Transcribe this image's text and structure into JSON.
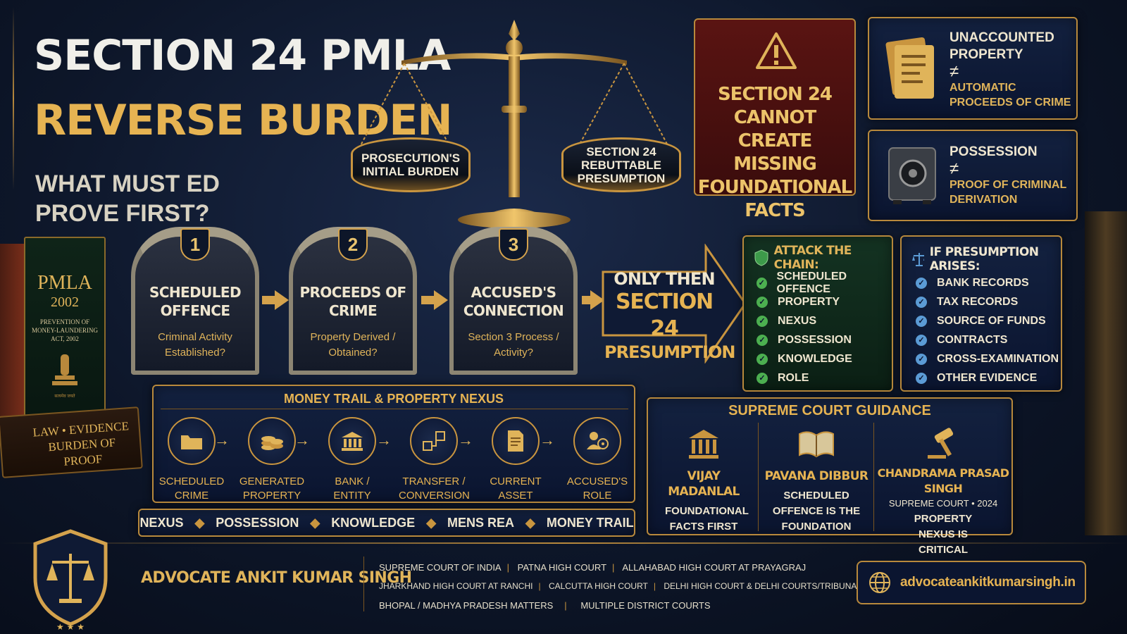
{
  "title": {
    "line1": "SECTION 24 PMLA",
    "line2": "REVERSE BURDEN",
    "subtitle": "WHAT MUST ED PROVE FIRST?"
  },
  "scales": {
    "left_pan": "PROSECUTION'S INITIAL BURDEN",
    "right_pan": "SECTION 24 REBUTTABLE PRESUMPTION"
  },
  "warning": {
    "text": "SECTION 24 CANNOT CREATE MISSING FOUNDATIONAL FACTS"
  },
  "cards": [
    {
      "title": "UNACCOUNTED PROPERTY",
      "symbol": "≠",
      "subtitle": "AUTOMATIC PROCEEDS OF CRIME",
      "icon": "document-icon"
    },
    {
      "title": "POSSESSION",
      "symbol": "≠",
      "subtitle": "PROOF OF CRIMINAL DERIVATION",
      "icon": "safe-icon"
    }
  ],
  "book": {
    "title": "PMLA",
    "year": "2002",
    "subtitle": "PREVENTION OF MONEY-LAUNDERING ACT, 2002",
    "emblem_caption": "सत्यमेव जयते",
    "bottom": "LAW • EVIDENCE BURDEN OF PROOF"
  },
  "gates": [
    {
      "number": "1",
      "title": "SCHEDULED OFFENCE",
      "subtitle": "Criminal Activity Established?"
    },
    {
      "number": "2",
      "title": "PROCEEDS OF CRIME",
      "subtitle": "Property Derived / Obtained?"
    },
    {
      "number": "3",
      "title": "ACCUSED'S CONNECTION",
      "subtitle": "Section 3 Process / Activity?"
    }
  ],
  "only_then": {
    "line1": "ONLY THEN",
    "line2": "SECTION 24",
    "line3": "PRESUMPTION"
  },
  "attack": {
    "title": "ATTACK THE CHAIN:",
    "items": [
      "SCHEDULED OFFENCE",
      "PROPERTY",
      "NEXUS",
      "POSSESSION",
      "KNOWLEDGE",
      "ROLE"
    ],
    "accent": "#4caf50"
  },
  "presumption": {
    "title": "IF PRESUMPTION ARISES:",
    "items": [
      "BANK RECORDS",
      "TAX RECORDS",
      "SOURCE OF FUNDS",
      "CONTRACTS",
      "CROSS-EXAMINATION",
      "OTHER EVIDENCE"
    ],
    "accent": "#5b9bd5"
  },
  "money_trail": {
    "title": "MONEY TRAIL & PROPERTY NEXUS",
    "nodes": [
      {
        "label": "SCHEDULED CRIME",
        "icon": "folder-icon"
      },
      {
        "label": "GENERATED PROPERTY",
        "icon": "coins-icon"
      },
      {
        "label": "BANK / ENTITY",
        "icon": "bank-icon"
      },
      {
        "label": "TRANSFER / CONVERSION",
        "icon": "transfer-icon"
      },
      {
        "label": "CURRENT ASSET",
        "icon": "asset-document-icon"
      },
      {
        "label": "ACCUSED'S ROLE",
        "icon": "target-person-icon"
      }
    ],
    "tags": [
      "NEXUS",
      "POSSESSION",
      "KNOWLEDGE",
      "MENS REA",
      "MONEY TRAIL"
    ]
  },
  "supreme_court": {
    "title": "SUPREME COURT GUIDANCE",
    "cases": [
      {
        "name": "VIJAY MADANLAL",
        "detail": "",
        "desc": "FOUNDATIONAL FACTS FIRST",
        "icon": "court-building-icon"
      },
      {
        "name": "PAVANA DIBBUR",
        "detail": "",
        "desc": "SCHEDULED OFFENCE IS THE FOUNDATION",
        "icon": "open-book-icon"
      },
      {
        "name": "CHANDRAMA PRASAD SINGH",
        "detail": "SUPREME COURT • 2024",
        "desc": "PROPERTY NEXUS IS CRITICAL",
        "icon": "gavel-icon"
      }
    ]
  },
  "footer": {
    "name": "ADVOCATE ANKIT KUMAR SINGH",
    "courts_row1": [
      "SUPREME COURT OF INDIA",
      "PATNA HIGH COURT",
      "ALLAHABAD HIGH COURT AT PRAYAGRAJ"
    ],
    "courts_row2": [
      "JHARKHAND HIGH COURT AT RANCHI",
      "CALCUTTA HIGH COURT",
      "DELHI HIGH COURT & DELHI COURTS/TRIBUNALS"
    ],
    "courts_row3": [
      "BHOPAL / MADHYA PRADESH MATTERS",
      "MULTIPLE DISTRICT COURTS"
    ],
    "website": "advocateankitkumarsingh.in"
  },
  "colors": {
    "gold": "#e0b45a",
    "navy": "#0d1629",
    "warning_red": "#5a1412"
  }
}
